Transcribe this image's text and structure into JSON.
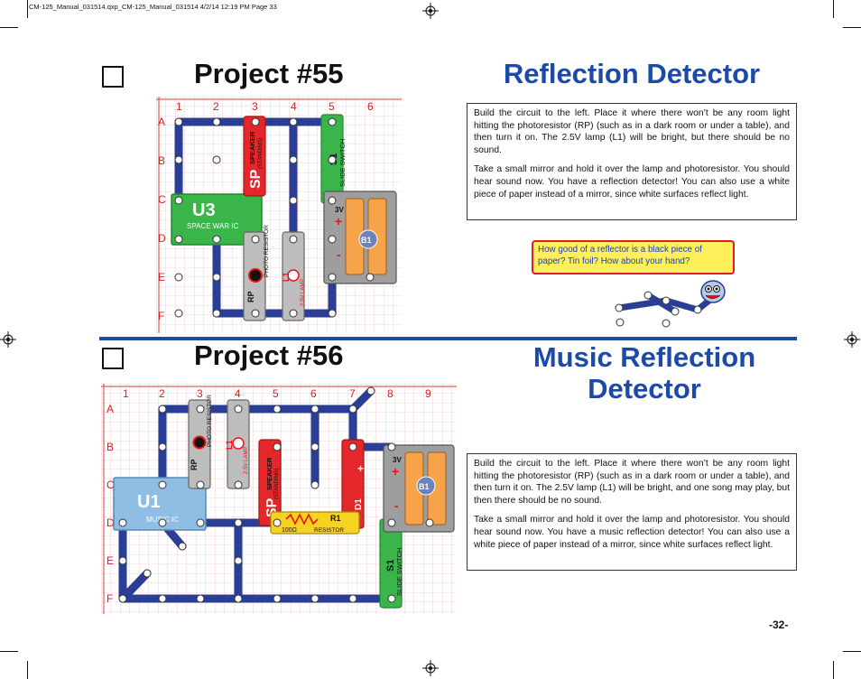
{
  "slug_text": "CM-125_Manual_031514.qxp_CM-125_Manual_031514  4/2/14  12:19 PM  Page 33",
  "project55": {
    "title": "Project #55",
    "name": "Reflection Detector",
    "paragraphs": [
      "Build the circuit to the left. Place it where there won’t be  any room light hitting the photoresistor (RP) (such as in a dark room or under a table), and then turn it on. The 2.5V lamp (L1) will be bright, but there should be no sound.",
      "Take a small mirror and hold it over the lamp and photoresistor. You should hear sound now. You have a reflection detector! You can also use a white piece of paper instead of a mirror, since white surfaces reflect light."
    ],
    "bubble": "How good of a reflector is a black piece of paper? Tin foil? How about your hand?",
    "grid_cols": [
      "1",
      "2",
      "3",
      "4",
      "5",
      "6"
    ],
    "grid_rows": [
      "A",
      "B",
      "C",
      "D",
      "E",
      "F"
    ],
    "parts": {
      "u3_name": "U3",
      "u3_label": "SPACE WAR IC",
      "sp_name": "SP",
      "sp_label": "SPEAKER",
      "sp_sub": "(STANDING)",
      "s1_name": "S1",
      "s1_label": "SLIDE SWITCH",
      "b1_name": "B1",
      "b1_volt": "3V",
      "rp_name": "RP",
      "rp_label": "PHOTO RESISTOR",
      "l1_name": "L1",
      "l1_label": "2.5V LAMP"
    }
  },
  "project56": {
    "title": "Project #56",
    "name_line1": "Music Reflection",
    "name_line2": "Detector",
    "paragraphs": [
      "Build the circuit to the left. Place it where there won’t be  any room light hitting the photoresistor (RP) (such as in a dark room or under a table), and then turn it on. The 2.5V lamp (L1) will be bright, and one song may play, but then there should be no sound.",
      "Take a small mirror and hold it over the lamp and photoresistor. You should hear sound now. You have a music reflection detector! You can also use a white piece of paper instead of a mirror, since white surfaces reflect light."
    ],
    "grid_cols": [
      "1",
      "2",
      "3",
      "4",
      "5",
      "6",
      "7",
      "8",
      "9"
    ],
    "grid_rows": [
      "A",
      "B",
      "C",
      "D",
      "E",
      "F"
    ],
    "parts": {
      "u1_name": "U1",
      "u1_label": "MUSIC IC",
      "sp_name": "SP",
      "sp_label": "SPEAKER",
      "sp_sub": "(STANDING)",
      "d1_name": "D1",
      "r1_name": "R1",
      "r1_value": "100Ω",
      "r1_label": "RESISTOR",
      "s1_name": "S1",
      "s1_label": "SLIDE SWITCH",
      "b1_name": "B1",
      "b1_volt": "3V",
      "rp_name": "RP",
      "rp_label": "PHOTO RESISTOR",
      "l1_name": "L1",
      "l1_label": "2.5V LAMP"
    }
  },
  "page_number": "-32-"
}
